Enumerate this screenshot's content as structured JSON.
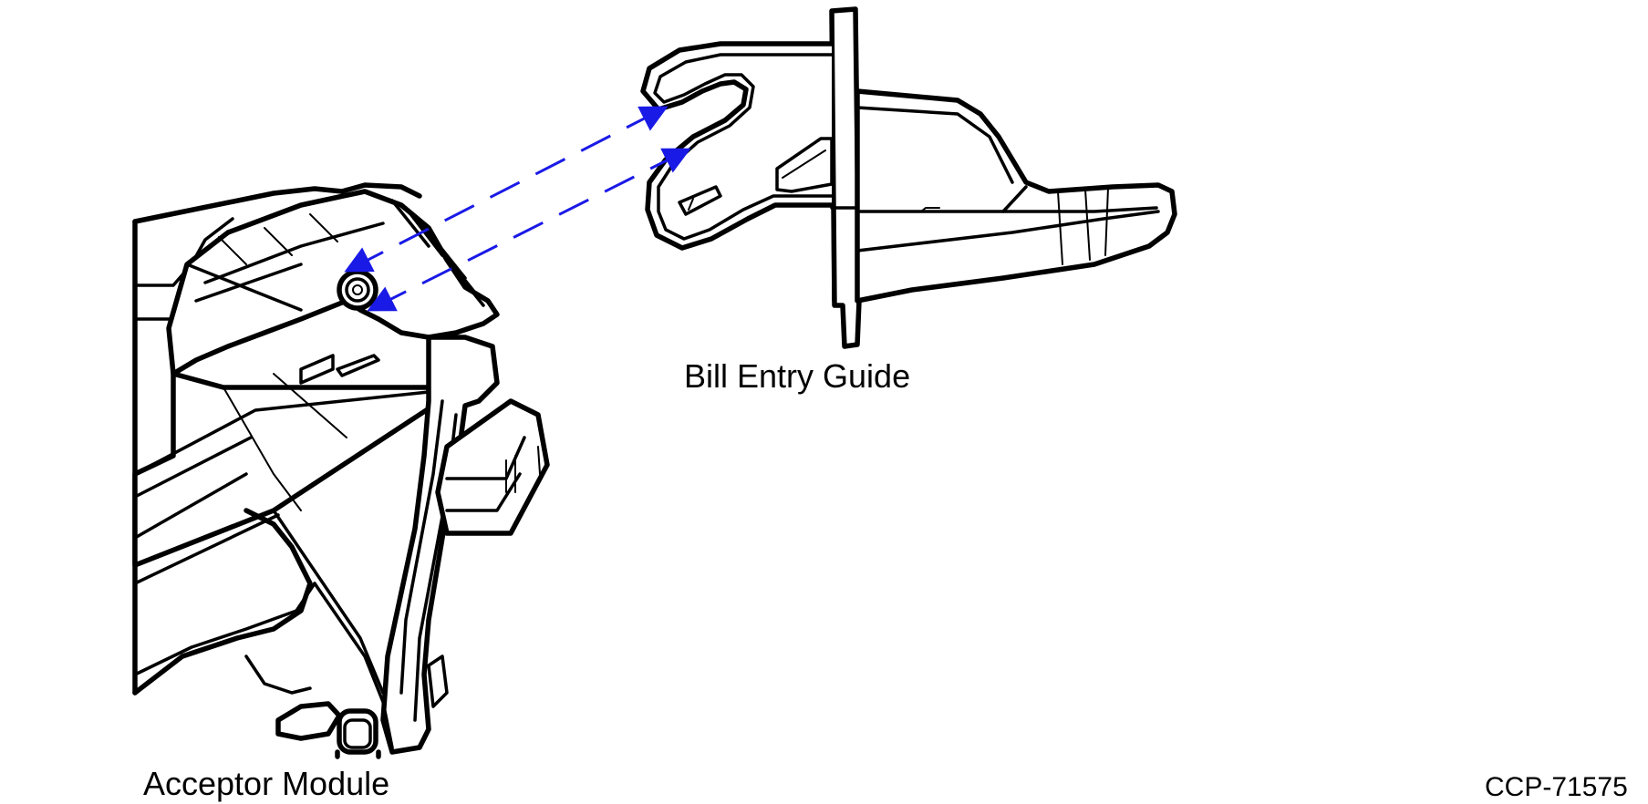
{
  "labels": {
    "bill_entry_guide": "Bill Entry Guide",
    "acceptor_module": "Acceptor Module",
    "figure_id": "CCP-71575"
  },
  "colors": {
    "arrow": "#1a1ae6",
    "line": "#000000",
    "background": "#ffffff"
  },
  "icons": {
    "arrows": "dashed-double-headed-arrow"
  }
}
